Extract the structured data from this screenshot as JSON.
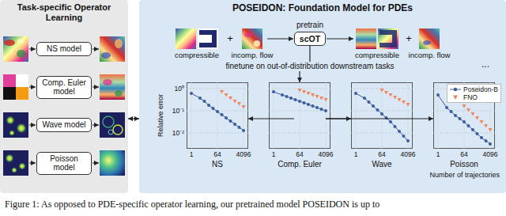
{
  "diagram": {
    "caption": "Figure 1: As opposed to PDE-specific operator learning, our pretrained model POSEIDON is up to",
    "nodes": [
      {
        "text": [
          "Task-specific Operator Learning"
        ]
      },
      {
        "text": [
          "NS model"
        ],
        "in": 0
      },
      {
        "text": [
          "Comp. Euler model"
        ],
        "in": 0
      },
      {
        "text": [
          "Wave model"
        ],
        "in": 0
      },
      {
        "text": [
          "Poisson model"
        ],
        "in": 0
      },
      {
        "text": [
          "POSEIDON: Foundation Model for PDEs"
        ]
      },
      {
        "text": [
          "scOT"
        ],
        "in": 5
      },
      {
        "text": [
          "NS"
        ],
        "in": 5
      },
      {
        "text": [
          "Comp. Euler"
        ],
        "in": 5
      },
      {
        "text": [
          "Wave"
        ],
        "in": 5
      },
      {
        "text": [
          "Poisson"
        ],
        "in": 5
      }
    ],
    "edges": [
      {
        "from": 0,
        "to": 5,
        "arrow": "both"
      },
      {
        "from": 6,
        "to": 7,
        "arrow": "to"
      },
      {
        "from": 6,
        "to": 8,
        "arrow": "to"
      },
      {
        "from": 6,
        "to": 9,
        "arrow": "to"
      },
      {
        "from": 6,
        "to": 10,
        "arrow": "to"
      }
    ],
    "labels": [
      "compressible",
      "+",
      "incomp. flow",
      "pretrain",
      "compressible",
      "+",
      "incomp. flow",
      "finetune on out-of-distribution downstream tasks",
      "...",
      "Relative error",
      "10⁰",
      "10⁻¹",
      "10⁻²",
      "1",
      "64",
      "4096",
      "1",
      "64",
      "4096",
      "1",
      "64",
      "4096",
      "1",
      "64",
      "4096",
      "Number of trajectories"
    ],
    "legend": [
      {
        "text": "Poseidon-B"
      },
      {
        "text": "FNO"
      }
    ]
  }
}
